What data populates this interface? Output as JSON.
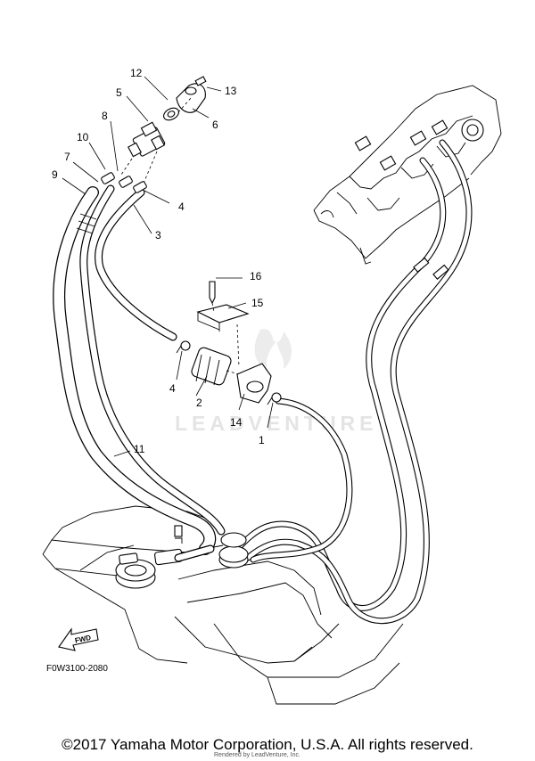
{
  "callouts": {
    "c1": "1",
    "c2": "2",
    "c3": "3",
    "c4a": "4",
    "c4b": "4",
    "c5": "5",
    "c6": "6",
    "c7": "7",
    "c8": "8",
    "c9": "9",
    "c10": "10",
    "c11": "11",
    "c12": "12",
    "c13": "13",
    "c14": "14",
    "c15": "15",
    "c16": "16"
  },
  "fwd_label": "FWD",
  "diagram_code": "F0W3100-2080",
  "watermark": "LEADVENTURE",
  "rendered_by": "Rendered by LeadVenture, Inc.",
  "copyright": "©2017 Yamaha Motor Corporation, U.S.A. All rights reserved."
}
